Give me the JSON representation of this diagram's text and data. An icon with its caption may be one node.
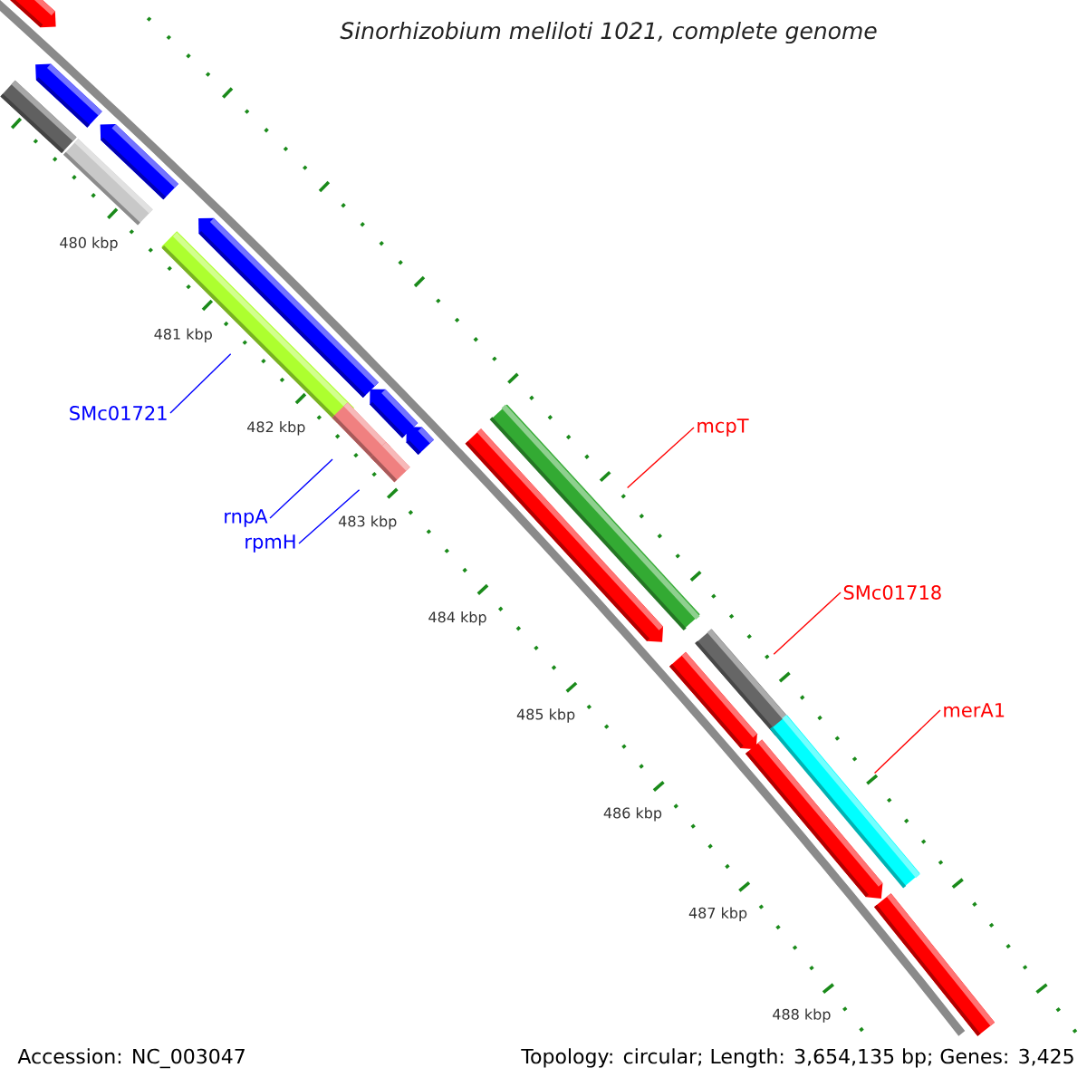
{
  "diagram": {
    "title": "Sinorhizobium meliloti 1021, complete genome",
    "nodes": [
      {
        "text": [
          "SMc01721"
        ]
      },
      {
        "text": [],
        "shape": "bar"
      },
      {
        "text": [
          "rnpA"
        ]
      },
      {
        "text": [],
        "shape": "bar"
      },
      {
        "text": [
          "rpmH"
        ]
      },
      {
        "text": [],
        "shape": "bar"
      },
      {
        "text": [
          "mcpT"
        ]
      },
      {
        "text": [],
        "shape": "bar"
      },
      {
        "text": [
          "SMc01718"
        ]
      },
      {
        "text": [],
        "shape": "bar"
      },
      {
        "text": [
          "merA1"
        ]
      },
      {
        "text": [],
        "shape": "bar"
      }
    ],
    "edges": [
      {
        "from": 0,
        "to": 1,
        "arrow": "none"
      },
      {
        "from": 2,
        "to": 3,
        "arrow": "none"
      },
      {
        "from": 4,
        "to": 5,
        "arrow": "none"
      },
      {
        "from": 6,
        "to": 7,
        "arrow": "none",
        "color": "#ff0000"
      },
      {
        "from": 8,
        "to": 9,
        "arrow": "none",
        "color": "#ff0000"
      },
      {
        "from": 10,
        "to": 11,
        "arrow": "none",
        "color": "#ff0000"
      }
    ],
    "labels": [
      "480 kbp",
      "481 kbp",
      "482 kbp",
      "483 kbp",
      "484 kbp",
      "485 kbp",
      "486 kbp",
      "487 kbp",
      "488 kbp",
      "Accession: NC_003047",
      "Topology: circular; Length: 3,654,135 bp; Genes: 3,425"
    ]
  }
}
